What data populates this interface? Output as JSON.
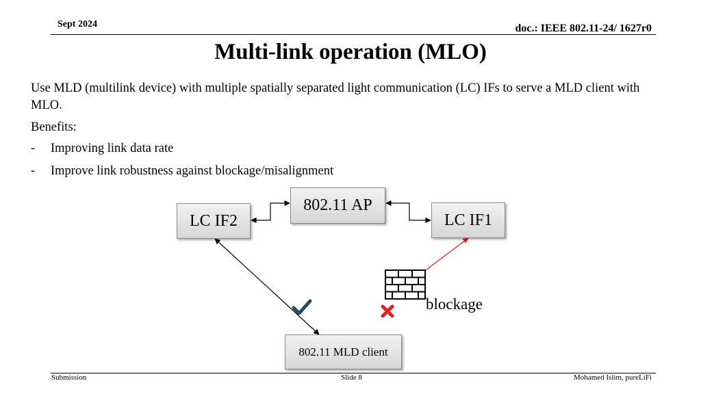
{
  "header": {
    "date": "Sept 2024",
    "doc_id": "doc.: IEEE 802.11-24/ 1627r0"
  },
  "title": "Multi-link operation (MLO)",
  "body": {
    "paragraph": "Use MLD (multilink device) with multiple spatially separated light communication (LC) IFs to serve a MLD client with MLO.",
    "benefits_heading": "Benefits:",
    "bullets": [
      "Improving link data rate",
      "Improve link robustness against blockage/misalignment"
    ],
    "bullet_marker": "-"
  },
  "diagram": {
    "ap_label": "802.11 AP",
    "lc_if2_label": "LC IF2",
    "lc_if1_label": "LC IF1",
    "client_label": "802.11 MLD client",
    "blockage_label": "blockage",
    "icons": [
      "brick-wall-icon",
      "checkmark-icon",
      "cross-icon"
    ],
    "colors": {
      "blocked_link": "#e31b1b",
      "check": "#1f4e5f",
      "cross": "#d42626"
    }
  },
  "footer": {
    "left": "Submission",
    "center": "Slide 8",
    "right": "Mohamed Islim, pureLiFi"
  }
}
